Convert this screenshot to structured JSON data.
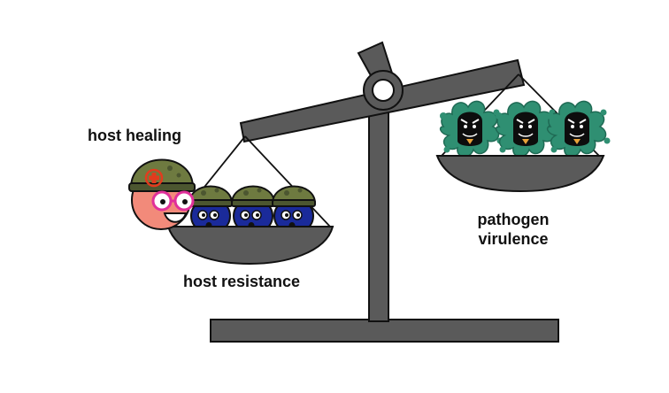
{
  "labels": {
    "host_healing": "host healing",
    "host_resistance": "host resistance",
    "pathogen_line1": "pathogen",
    "pathogen_line2": "virulence"
  },
  "colors": {
    "scale": "#5a5a5a",
    "outline": "#111111",
    "host_cell": "#1a2a9a",
    "helmet": "#6e7a40",
    "helmet_dark": "#4c5630",
    "healer_skin": "#f28a7a",
    "healer_glasses": "#e0309a",
    "red_cross": "#e23b1e",
    "pathogen": "#2f8f72"
  },
  "icons": {
    "healer": "healer-cell-icon",
    "soldier": "soldier-cell-icon",
    "pathogen": "pathogen-blob-icon"
  }
}
